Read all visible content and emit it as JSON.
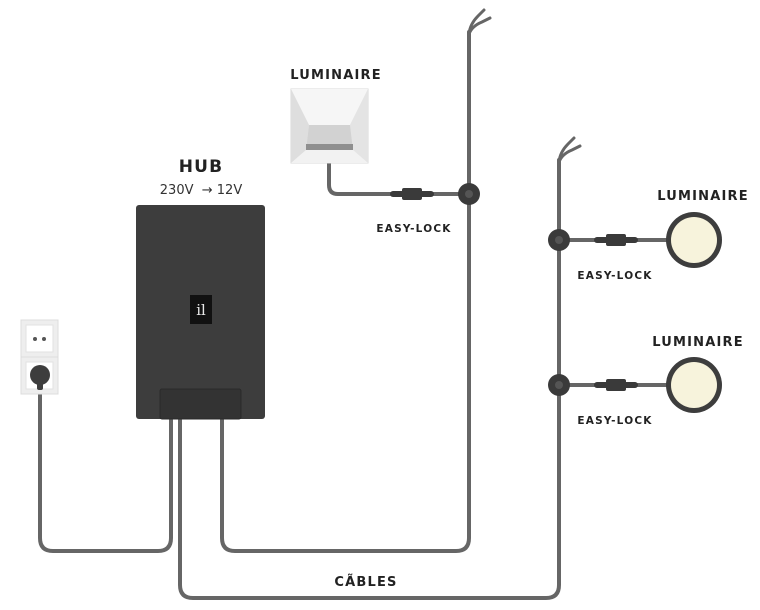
{
  "hub": {
    "title": "HUB",
    "voltage": "230V  → 12V",
    "logo": "il"
  },
  "labels": {
    "luminaire_top": "LUMINAIRE",
    "luminaire_right_1": "LUMINAIRE",
    "luminaire_right_2": "LUMINAIRE",
    "easy_lock_1": "EASY-LOCK",
    "easy_lock_2": "EASY-LOCK",
    "easy_lock_3": "EASY-LOCK",
    "cables": "CÃBLES"
  },
  "colors": {
    "hub": "#3d3d3d",
    "cable": "#666666",
    "connector": "#3a3a3a",
    "lamp_face": "#f7f3dc",
    "lamp_ring": "#3d3d3d",
    "fixture": "#ececec",
    "socket": "#eeeeee"
  },
  "icons": [
    "wall-socket-icon",
    "plug-icon",
    "wall-luminaire-icon",
    "round-luminaire-icon",
    "easy-lock-connector-icon",
    "junction-icon",
    "cable-end-icon",
    "hub-logo-icon"
  ]
}
